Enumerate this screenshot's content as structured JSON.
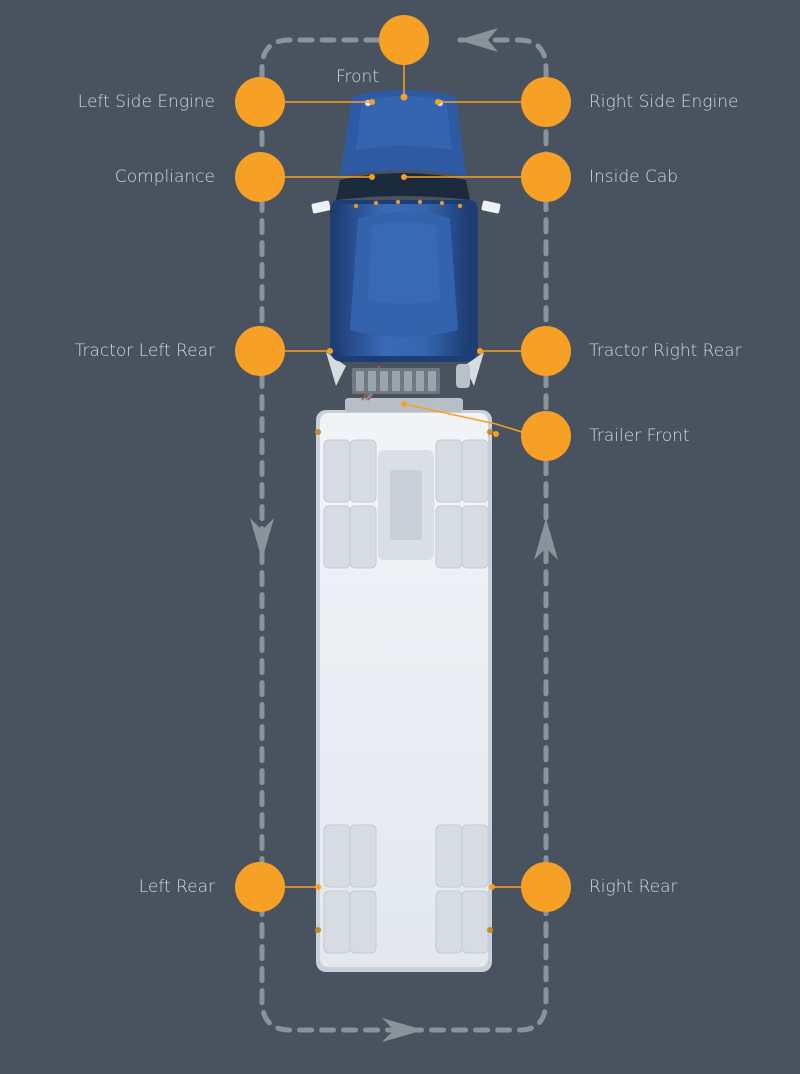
{
  "colors": {
    "background": "#48535f",
    "marker": "#f7a026",
    "path": "#8a939c",
    "label": "#d2d7dd",
    "tractor": "#2f5a9e",
    "trailer": "#e9eef3"
  },
  "points": {
    "front": "Front",
    "left_side_engine": "Left Side Engine",
    "right_side_engine": "Right Side Engine",
    "compliance": "Compliance",
    "inside_cab": "Inside Cab",
    "tractor_left_rear": "Tractor Left Rear",
    "tractor_right_rear": "Tractor Right Rear",
    "trailer_front": "Trailer Front",
    "left_rear": "Left Rear",
    "right_rear": "Right Rear"
  }
}
